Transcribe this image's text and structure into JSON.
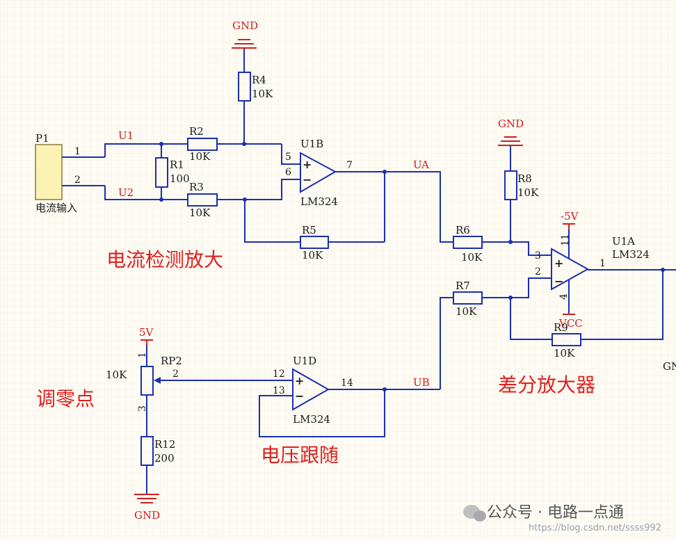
{
  "connector": {
    "ref": "P1",
    "caption": "电流输入",
    "pins": [
      "1",
      "2"
    ]
  },
  "nets": {
    "u1": "U1",
    "u2": "U2",
    "ua": "UA",
    "ub": "UB"
  },
  "resistors": {
    "r1": {
      "ref": "R1",
      "value": "100"
    },
    "r2": {
      "ref": "R2",
      "value": "10K"
    },
    "r3": {
      "ref": "R3",
      "value": "10K"
    },
    "r4": {
      "ref": "R4",
      "value": "10K"
    },
    "r5": {
      "ref": "R5",
      "value": "10K"
    },
    "r6": {
      "ref": "R6",
      "value": "10K"
    },
    "r7": {
      "ref": "R7",
      "value": "10K"
    },
    "r8": {
      "ref": "R8",
      "value": "10K"
    },
    "r9": {
      "ref": "R9",
      "value": "10K"
    },
    "r12": {
      "ref": "R12",
      "value": "200"
    }
  },
  "pot": {
    "ref": "RP2",
    "value": "10K",
    "pins": [
      "1",
      "2",
      "3"
    ]
  },
  "opamps": {
    "u1b": {
      "ref": "U1B",
      "part": "LM324",
      "pin_plus": "5",
      "pin_minus": "6",
      "pin_out": "7"
    },
    "u1d": {
      "ref": "U1D",
      "part": "LM324",
      "pin_plus": "12",
      "pin_minus": "13",
      "pin_out": "14"
    },
    "u1a": {
      "ref": "U1A",
      "part": "LM324",
      "pin_plus": "3",
      "pin_minus": "2",
      "pin_out": "1",
      "pin_vneg": "11",
      "pin_vpos": "4"
    }
  },
  "power": {
    "gnd_r4": "GND",
    "gnd_r8": "GND",
    "gnd_r12": "GND",
    "v5": "5V",
    "vneg5": "-5V",
    "vcc": "VCC",
    "gnd_right_partial": "GN"
  },
  "symbols": {
    "plus": "+",
    "minus": "−"
  },
  "block_titles": {
    "current_amp": "电流检测放大",
    "zero_adjust": "调零点",
    "voltage_follower": "电压跟随",
    "diff_amp": "差分放大器"
  },
  "watermark": {
    "text": "公众号 · 电路一点通",
    "url": "https://blog.csdn.net/ssss992"
  }
}
